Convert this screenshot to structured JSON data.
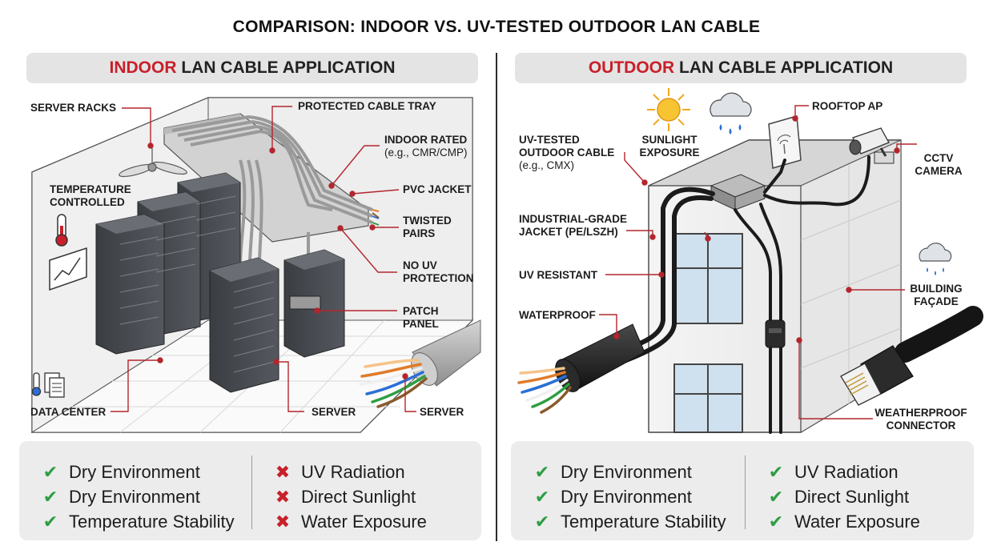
{
  "title": "COMPARISON: INDOOR VS. UV-TESTED OUTDOOR LAN CABLE",
  "indoor": {
    "header_accent": "INDOOR",
    "header_rest": " LAN CABLE APPLICATION",
    "labels": {
      "server_racks": "SERVER RACKS",
      "protected_cable_tray": "PROTECTED CABLE TRAY",
      "indoor_rated": "INDOOR RATED",
      "indoor_rated_sub": "(e.g., CMR/CMP)",
      "temperature_controlled_1": "TEMPERATURE",
      "temperature_controlled_2": "CONTROLLED",
      "pvc_jacket": "PVC JACKET",
      "twisted_pairs_1": "TWISTED",
      "twisted_pairs_2": "PAIRS",
      "no_uv_protection_1": "NO UV",
      "no_uv_protection_2": "PROTECTION",
      "patch_panel_1": "PATCH",
      "patch_panel_2": "PANEL",
      "data_center": "DATA CENTER",
      "server_1": "SERVER",
      "server_2": "SERVER"
    },
    "checks": [
      "Dry Environment",
      "Dry Environment",
      "Temperature Stability"
    ],
    "crosses": [
      "UV Radiation",
      "Direct Sunlight",
      "Water Exposure"
    ]
  },
  "outdoor": {
    "header_accent": "OUTDOOR",
    "header_rest": " LAN CABLE APPLICATION",
    "labels": {
      "rooftop_ap": "ROOFTOP AP",
      "uv_tested_1": "UV-TESTED",
      "uv_tested_2": "OUTDOOR CABLE",
      "uv_tested_sub": "(e.g., CMX)",
      "sunlight_exposure_1": "SUNLIGHT",
      "sunlight_exposure_2": "EXPOSURE",
      "cctv_camera_1": "CCTV",
      "cctv_camera_2": "CAMERA",
      "industrial_jacket_1": "INDUSTRIAL-GRADE",
      "industrial_jacket_2": "JACKET (PE/LSZH)",
      "uv_resistant": "UV RESISTANT",
      "building_facade_1": "BUILDING",
      "building_facade_2": "FAÇADE",
      "waterproof": "WATERPROOF",
      "weatherproof_connector_1": "WEATHERPROOF",
      "weatherproof_connector_2": "CONNECTOR"
    },
    "checks_left": [
      "Dry Environment",
      "Dry Environment",
      "Temperature Stability"
    ],
    "checks_right": [
      "UV Radiation",
      "Direct Sunlight",
      "Water Exposure"
    ]
  },
  "colors": {
    "accent": "#c8202a",
    "check": "#2e9e43",
    "line": "#b3262d"
  },
  "icons": {
    "check": "check-icon",
    "cross": "cross-icon"
  }
}
